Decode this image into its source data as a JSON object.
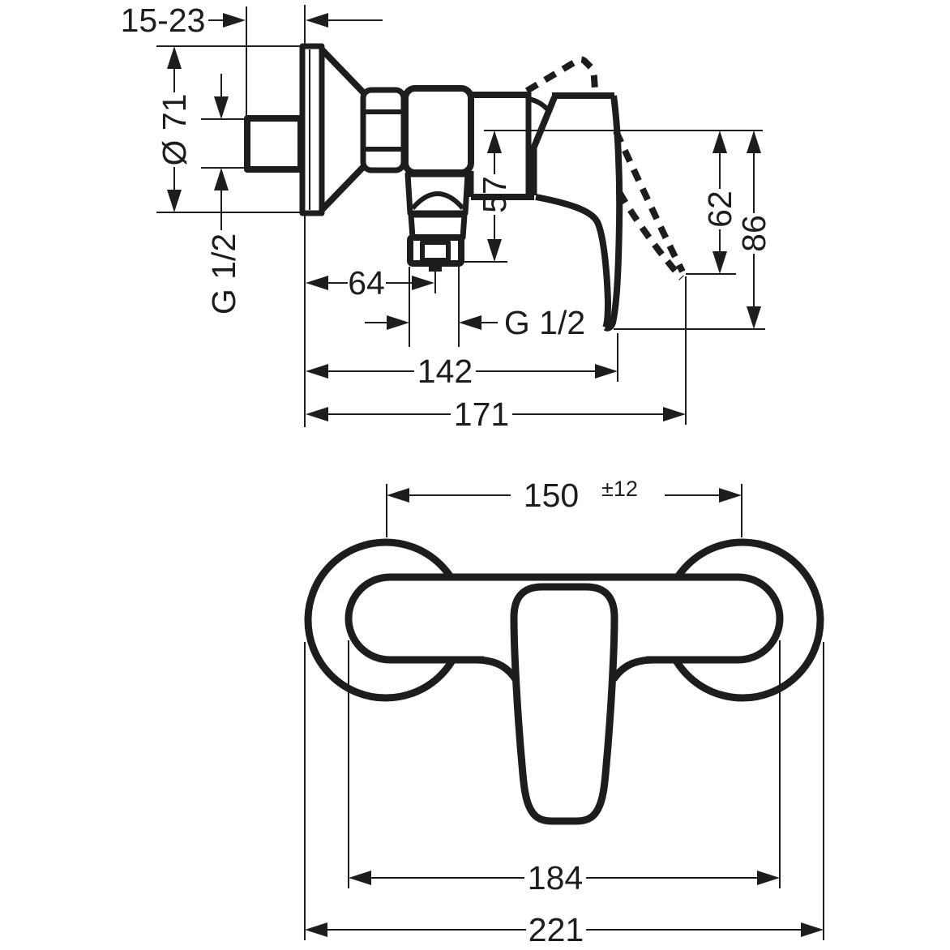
{
  "drawing": {
    "type": "technical-dimension-drawing",
    "colors": {
      "background": "#ffffff",
      "line": "#1d1d1b"
    },
    "side_view": {
      "wall_depth_range": "15-23",
      "escutcheon_diameter": "Ø 71",
      "inlet_thread": "G 1/2",
      "outlet_offset": "64",
      "body_height": "57",
      "outlet_thread": "G 1/2",
      "depth_to_handle": "142",
      "total_depth": "171",
      "handle_open_drop": "62",
      "handle_closed_drop": "86"
    },
    "front_view": {
      "connection_distance": "150",
      "connection_tolerance": "±12",
      "body_width": "184",
      "total_width": "221"
    }
  }
}
